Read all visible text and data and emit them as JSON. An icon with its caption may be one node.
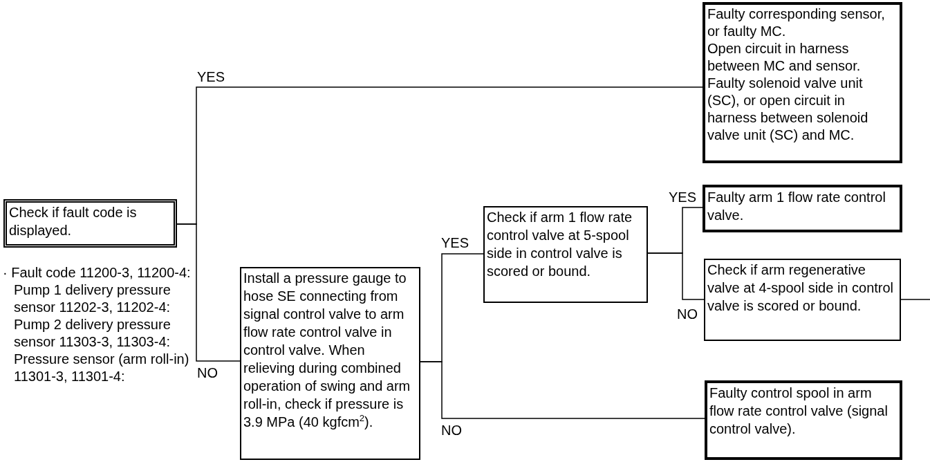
{
  "diagram": {
    "nodes": [
      {
        "text": [
          "Check if fault code is displayed."
        ]
      },
      {
        "text": [
          "Faulty corresponding sensor, or faulty MC.",
          "Open circuit in harness between MC and sensor.",
          "Faulty solenoid valve unit (SC), or open circuit in harness between solenoid valve unit (SC) and MC."
        ]
      },
      {
        "text": [
          "Install a pressure gauge to hose SE connecting from signal control valve to arm flow rate control valve in control valve. When relieving during combined operation of swing and arm roll-in, check if pressure is 3.9 MPa (40 kgfcm$^{2}$)."
        ]
      },
      {
        "text": [
          "Check if arm 1 flow rate control valve at 5-spool side in control valve is scored or bound."
        ]
      },
      {
        "text": [
          "Faulty arm 1 flow rate control valve."
        ]
      },
      {
        "text": [
          "Check if arm regenerative valve at 4-spool side in control valve is scored or bound."
        ]
      },
      {
        "text": [
          "Faulty control spool in arm flow rate control valve (signal control valve)."
        ]
      }
    ],
    "edges": [
      {
        "from": 0,
        "to": 1,
        "arrow": "none",
        "label": "YES"
      },
      {
        "from": 0,
        "to": 2,
        "arrow": "none",
        "label": "NO"
      },
      {
        "from": 2,
        "to": 3,
        "arrow": "none",
        "label": "YES"
      },
      {
        "from": 2,
        "to": 6,
        "arrow": "none",
        "label": "NO"
      },
      {
        "from": 3,
        "to": 4,
        "arrow": "none",
        "label": "YES"
      },
      {
        "from": 3,
        "to": 5,
        "arrow": "none",
        "label": "NO"
      },
      {
        "from": 5,
        "to": null,
        "arrow": "none"
      }
    ],
    "labels": [
      "· Fault code 11200-3, 11200-4: Pump 1 delivery pressure sensor 11202-3, 11202-4: Pump 2 delivery pressure sensor 11303-3, 11303-4: Pressure sensor (arm roll-in) 11301-3, 11301-4:"
    ]
  }
}
